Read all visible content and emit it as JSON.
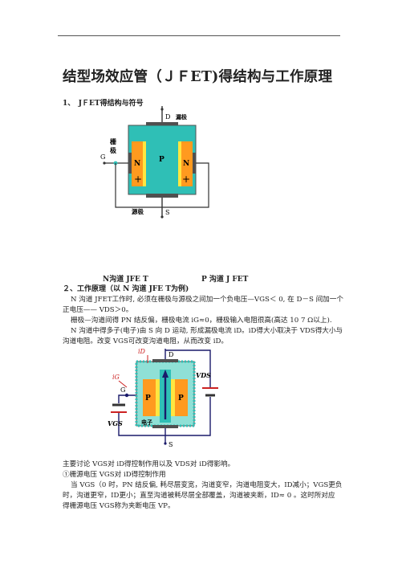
{
  "document": {
    "title": "结型场效应管（ＪＦET)得结构与工作原理",
    "section1": "1、　JＦET得结构与符号",
    "fig1_labels": {
      "drain_letter": "D",
      "drain_text": "漏极",
      "gate_text_1": "栅",
      "gate_text_2": "极",
      "gate_letter": "G",
      "n_left": "N",
      "p_mid": "P",
      "n_right": "N",
      "source_text": "源极",
      "source_letter": "S"
    },
    "caption_left": "N沟道 JFE T",
    "caption_right": "P 沟道 J FET",
    "section2": "２、工作原理（以 N 沟道 JFE T为例)",
    "paragraphs": [
      "N 沟道 JFET工作时, 必须在栅极与源极之间加一个负电压—VGS＜ 0, 在 D－S 间加一个",
      "正电压—— VDS＞0。",
      "栅极—沟道间得 PN 结反偏，栅极电流 iG≈0，栅极输入电阻很高(高达 10 7 Ω以上).",
      "N 沟道中得多子(电子)由 S 向 D 运动, 形成漏极电流 iD。iD得大小取决于 VDS得大小与",
      "沟道电阻。改变 VGS可改变沟道电阻，从而改变 iD。"
    ],
    "fig2_labels": {
      "id_label": "iD",
      "drain_letter": "D",
      "ig_label": "iG",
      "vds_label": "VDS",
      "gate_letter": "G",
      "p_left": "P",
      "p_right": "P",
      "vgs_label": "VGS",
      "electron_label": "电子",
      "source_letter": "S"
    },
    "paragraphs2": [
      "主要讨论 VGS对 iD得控制作用以及 VDS对 iD得影响。",
      "①栅源电压 VGS对 iD得控制作用",
      "当 VGS（0 时，PN 结反偏, 耗尽层变宽，沟道变窄，沟道电阻变大，ID减小；VGS更负",
      "时，沟道更窄，ID更小；直至沟道被耗尽层全部覆盖，沟道被夹断，ID≈ 0 。这时所对应",
      "得栅源电压 VGS称为夹断电压 VP。"
    ]
  },
  "colors": {
    "channel": "#2fbfb6",
    "n_region": "#ff9a1f",
    "depletion": "#ffe640",
    "frame": "#505050",
    "wire": "#1a1a6a",
    "accent_red": "#cc2222"
  }
}
